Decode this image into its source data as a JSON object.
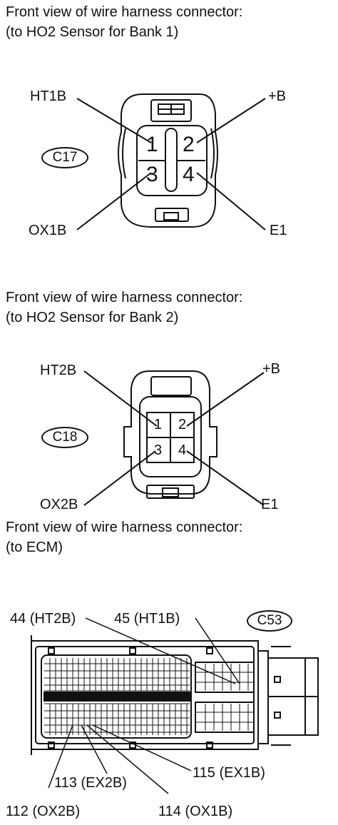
{
  "connector_c17": {
    "caption_line1": "Front view of wire harness connector:",
    "caption_line2": "(to HO2 Sensor for Bank 1)",
    "id": "C17",
    "pins": [
      "1",
      "2",
      "3",
      "4"
    ],
    "labels": {
      "top_left": "HT1B",
      "top_right": "+B",
      "bottom_left": "OX1B",
      "bottom_right": "E1"
    }
  },
  "connector_c18": {
    "caption_line1": "Front view of wire harness connector:",
    "caption_line2": "(to HO2 Sensor for Bank 2)",
    "id": "C18",
    "pins": [
      "1",
      "2",
      "3",
      "4"
    ],
    "labels": {
      "top_left": "HT2B",
      "top_right": "+B",
      "bottom_left": "OX2B",
      "bottom_right": "E1"
    }
  },
  "connector_c53": {
    "caption_line1": "Front view of wire harness connector:",
    "caption_line2": "(to ECM)",
    "id": "C53",
    "labels": {
      "pin44": "44 (HT2B)",
      "pin45": "45 (HT1B)",
      "pin115": "115 (EX1B)",
      "pin113": "113 (EX2B)",
      "pin112": "112 (OX2B)",
      "pin114": "114 (OX1B)"
    }
  }
}
